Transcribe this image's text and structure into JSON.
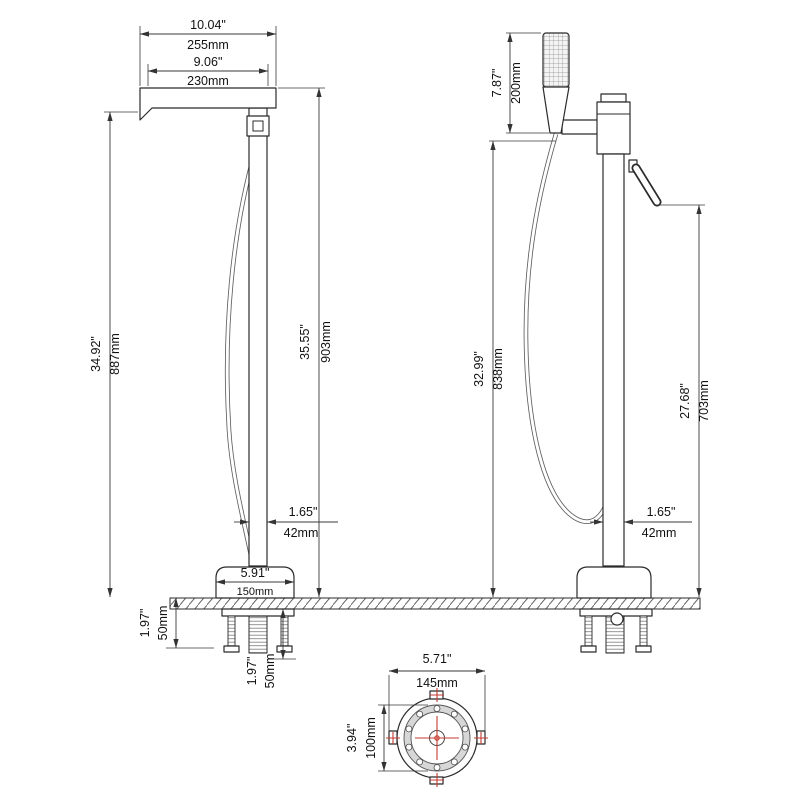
{
  "front_view": {
    "overall_width_in": "10.04\"",
    "overall_width_mm": "255mm",
    "spout_reach_in": "9.06\"",
    "spout_reach_mm": "230mm",
    "height_overall_in": "34.92\"",
    "height_overall_mm": "887mm",
    "height_to_spout_in": "35.55\"",
    "height_to_spout_mm": "903mm",
    "column_width_in": "1.65\"",
    "column_width_mm": "42mm",
    "base_width_in": "5.91\"",
    "base_width_mm": "150mm",
    "floor_depth_in": "1.97\"",
    "floor_depth_mm": "50mm",
    "below_floor_depth_in": "1.97\"",
    "below_floor_depth_mm": "50mm"
  },
  "side_view": {
    "handshower_length_in": "7.87\"",
    "handshower_length_mm": "200mm",
    "height_overall_in": "32.99\"",
    "height_overall_mm": "838mm",
    "handle_height_in": "27.68\"",
    "handle_height_mm": "703mm",
    "column_width_in": "1.65\"",
    "column_width_mm": "42mm"
  },
  "top_view": {
    "base_width_in": "5.71\"",
    "base_width_mm": "145mm",
    "base_depth_in": "3.94\"",
    "base_depth_mm": "100mm"
  },
  "colors": {
    "line": "#2b2b2b",
    "dimension": "#3a3a3a",
    "accent_red": "#c43b30"
  }
}
